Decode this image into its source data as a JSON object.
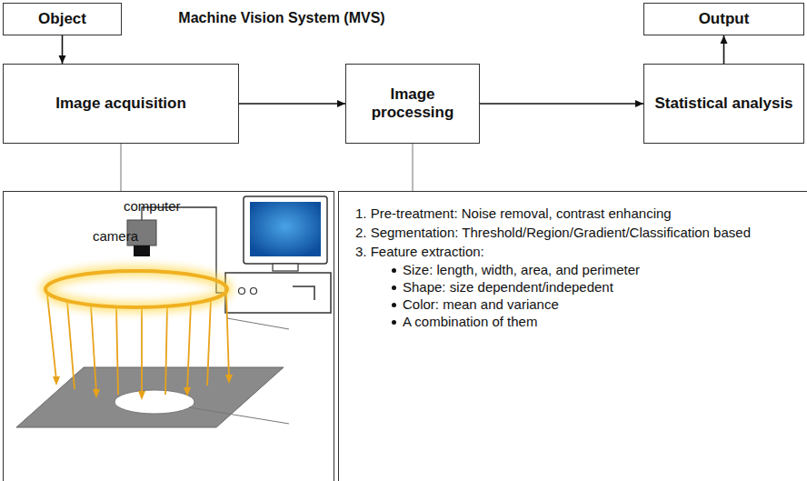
{
  "diagram": {
    "title": "Machine Vision System (MVS)",
    "nodes": [
      {
        "text": [
          "Object"
        ]
      },
      {
        "text": [
          "Output"
        ]
      },
      {
        "text": [
          "Image acquisition"
        ]
      },
      {
        "text": [
          "Image processing"
        ]
      },
      {
        "text": [
          "Statistical analysis"
        ]
      },
      {
        "text": [
          "computer",
          "camera"
        ]
      },
      {
        "text": [
          "1. Pre-treatment: Noise removal, contrast enhancing",
          "2. Segmentation: Threshold/Region/Gradient/Classification based",
          "3. Feature extraction:",
          "Size: length, width, area, and perimeter",
          "Shape: size dependent/indepedent",
          "Color: mean and variance",
          "A combination of them"
        ]
      }
    ],
    "edges": [
      {
        "from": 0,
        "to": 2,
        "arrow": "to"
      },
      {
        "from": 2,
        "to": 3,
        "arrow": "to"
      },
      {
        "from": 3,
        "to": 4,
        "arrow": "to"
      },
      {
        "from": 4,
        "to": 1,
        "arrow": "to"
      },
      {
        "from": 2,
        "to": 5,
        "arrow": "none"
      },
      {
        "from": 3,
        "to": 6,
        "arrow": "none"
      }
    ]
  }
}
